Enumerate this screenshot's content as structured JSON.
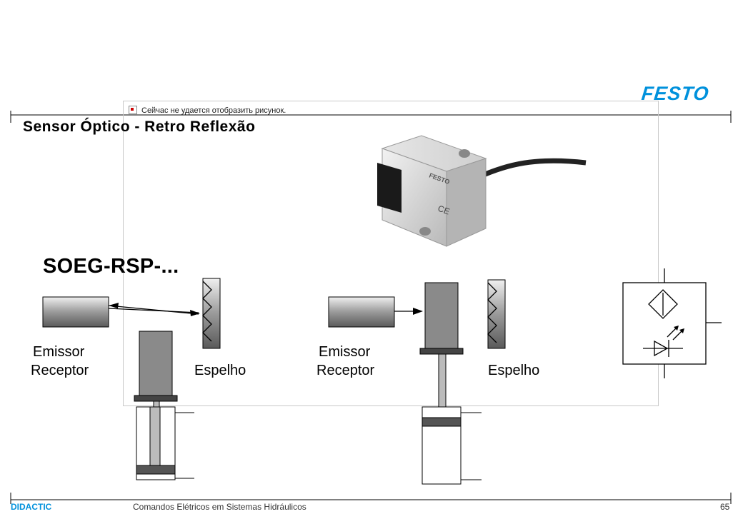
{
  "brand": {
    "logo": "FESTO",
    "footer_left": "DIDACTIC"
  },
  "slide": {
    "title": "Sensor Óptico - Retro Reflexão",
    "model": "SOEG-RSP-...",
    "broken_image_message": "Сейчас не удается отобразить рисунок."
  },
  "diagram_left": {
    "sensor_label_line1": "Emissor",
    "sensor_label_line2": "Receptor",
    "mirror_label": "Espelho"
  },
  "diagram_right": {
    "sensor_label_line1": "Emissor",
    "sensor_label_line2": "Receptor",
    "mirror_label": "Espelho"
  },
  "product_photo": {
    "brand_mark": "FESTO",
    "cert_mark": "CE"
  },
  "footer": {
    "subject": "Comandos Elétricos em Sistemas Hidráulicos",
    "page": "65"
  }
}
